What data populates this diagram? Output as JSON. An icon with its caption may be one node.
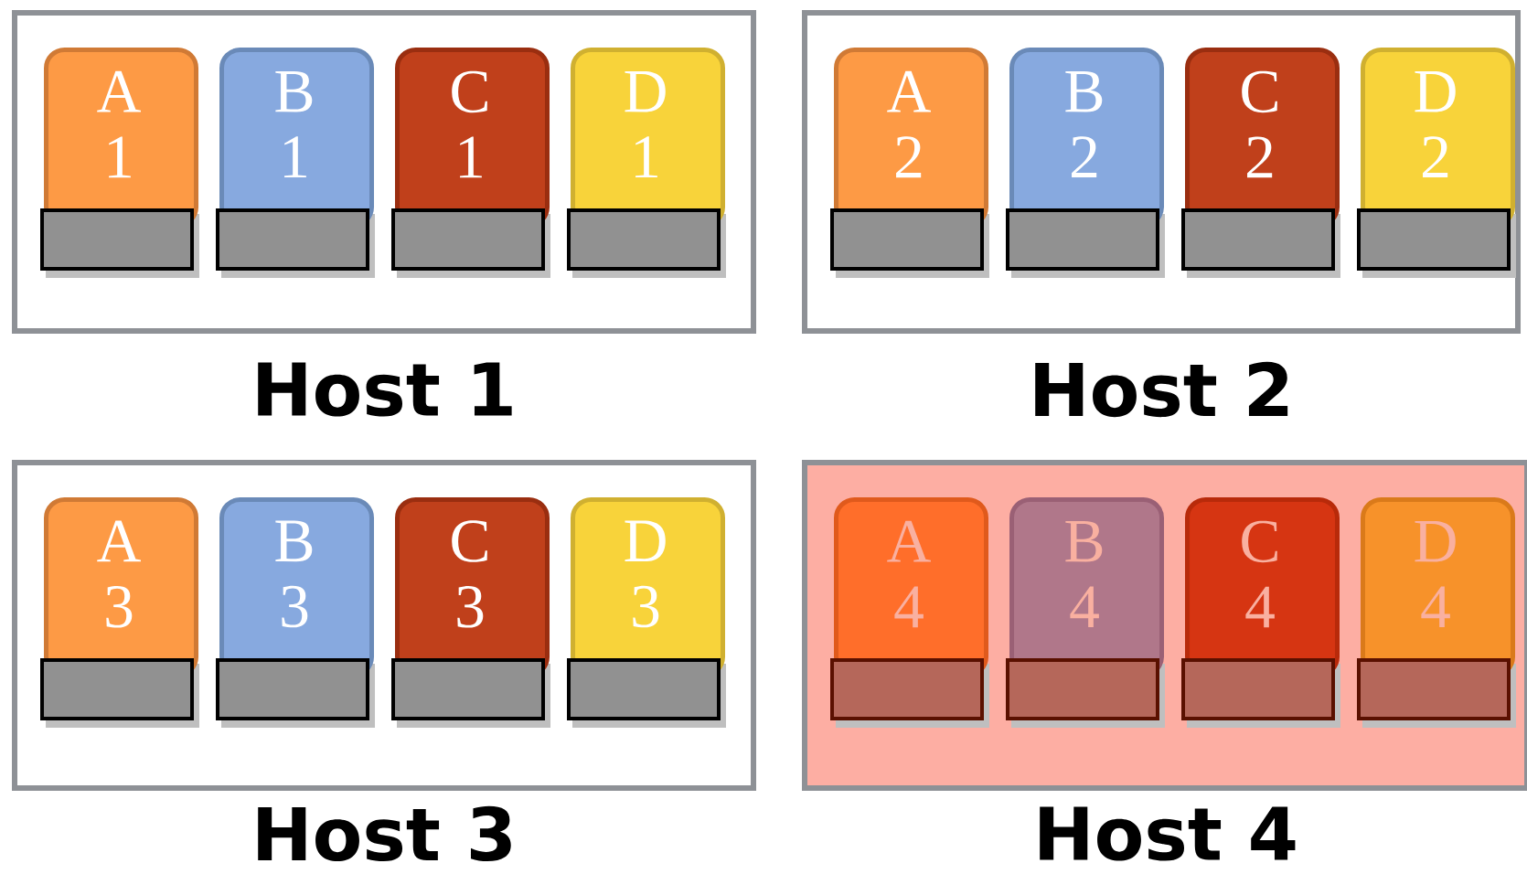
{
  "diagram": {
    "nodes": [
      {
        "text": [
          "Host 1"
        ]
      },
      {
        "text": [
          "A",
          "1"
        ],
        "in": 0
      },
      {
        "text": [
          "B",
          "1"
        ],
        "in": 0
      },
      {
        "text": [
          "C",
          "1"
        ],
        "in": 0
      },
      {
        "text": [
          "D",
          "1"
        ],
        "in": 0
      },
      {
        "text": [
          "Host 2"
        ]
      },
      {
        "text": [
          "A",
          "2"
        ],
        "in": 5
      },
      {
        "text": [
          "B",
          "2"
        ],
        "in": 5
      },
      {
        "text": [
          "C",
          "2"
        ],
        "in": 5
      },
      {
        "text": [
          "D",
          "2"
        ],
        "in": 5
      },
      {
        "text": [
          "Host 3"
        ]
      },
      {
        "text": [
          "A",
          "3"
        ],
        "in": 10
      },
      {
        "text": [
          "B",
          "3"
        ],
        "in": 10
      },
      {
        "text": [
          "C",
          "3"
        ],
        "in": 10
      },
      {
        "text": [
          "D",
          "3"
        ],
        "in": 10
      },
      {
        "text": [
          "Host 4"
        ]
      },
      {
        "text": [
          "A",
          "4"
        ],
        "in": 15
      },
      {
        "text": [
          "B",
          "4"
        ],
        "in": 15
      },
      {
        "text": [
          "C",
          "4"
        ],
        "in": 15
      },
      {
        "text": [
          "D",
          "4"
        ],
        "in": 15
      }
    ]
  }
}
